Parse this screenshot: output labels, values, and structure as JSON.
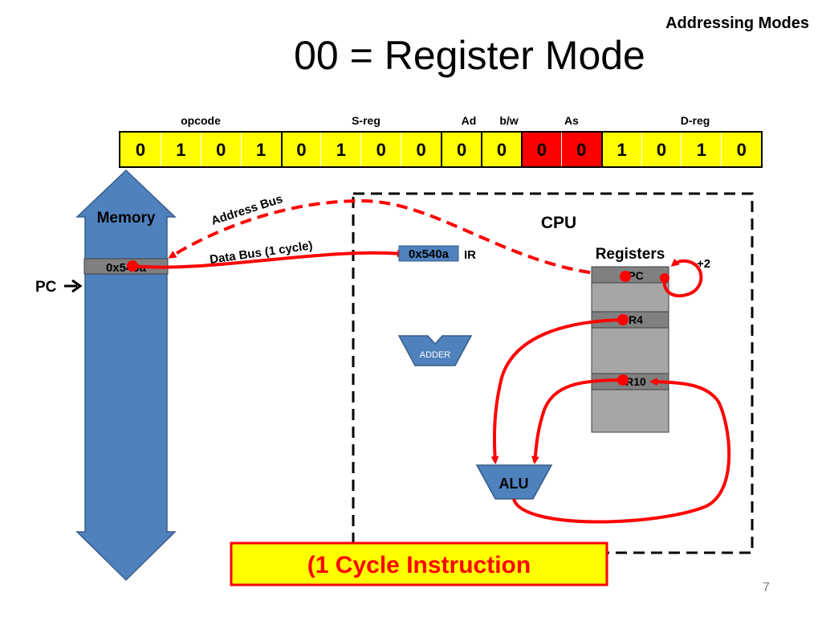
{
  "slide": {
    "section": "Addressing Modes",
    "title": "00 = Register Mode",
    "page_number": "7"
  },
  "instruction": {
    "fields": [
      {
        "label": "opcode"
      },
      {
        "label": "S-reg"
      },
      {
        "label": "Ad"
      },
      {
        "label": "b/w"
      },
      {
        "label": "As"
      },
      {
        "label": "D-reg"
      }
    ],
    "bits": [
      "0",
      "1",
      "0",
      "1",
      "0",
      "1",
      "0",
      "0",
      "0",
      "0",
      "0",
      "0",
      "1",
      "0",
      "1",
      "0"
    ],
    "highlight_color": "#ffff00",
    "as_color": "#ff0000"
  },
  "memory": {
    "label": "Memory",
    "cell_value": "0x540a",
    "pointer_label": "PC",
    "color": "#4f81bd"
  },
  "buses": {
    "address_bus_label": "Address Bus",
    "data_bus_label": "Data Bus (1 cycle)"
  },
  "cpu": {
    "label": "CPU",
    "ir_value": "0x540a",
    "ir_label": "IR",
    "adder_label": "ADDER",
    "alu_label": "ALU",
    "registers": {
      "label": "Registers",
      "increment_label": "+2",
      "rows": [
        {
          "label": "PC"
        },
        {
          "label": "R4"
        },
        {
          "label": "R10"
        }
      ]
    }
  },
  "callout": {
    "text": "(1 Cycle Instruction"
  }
}
